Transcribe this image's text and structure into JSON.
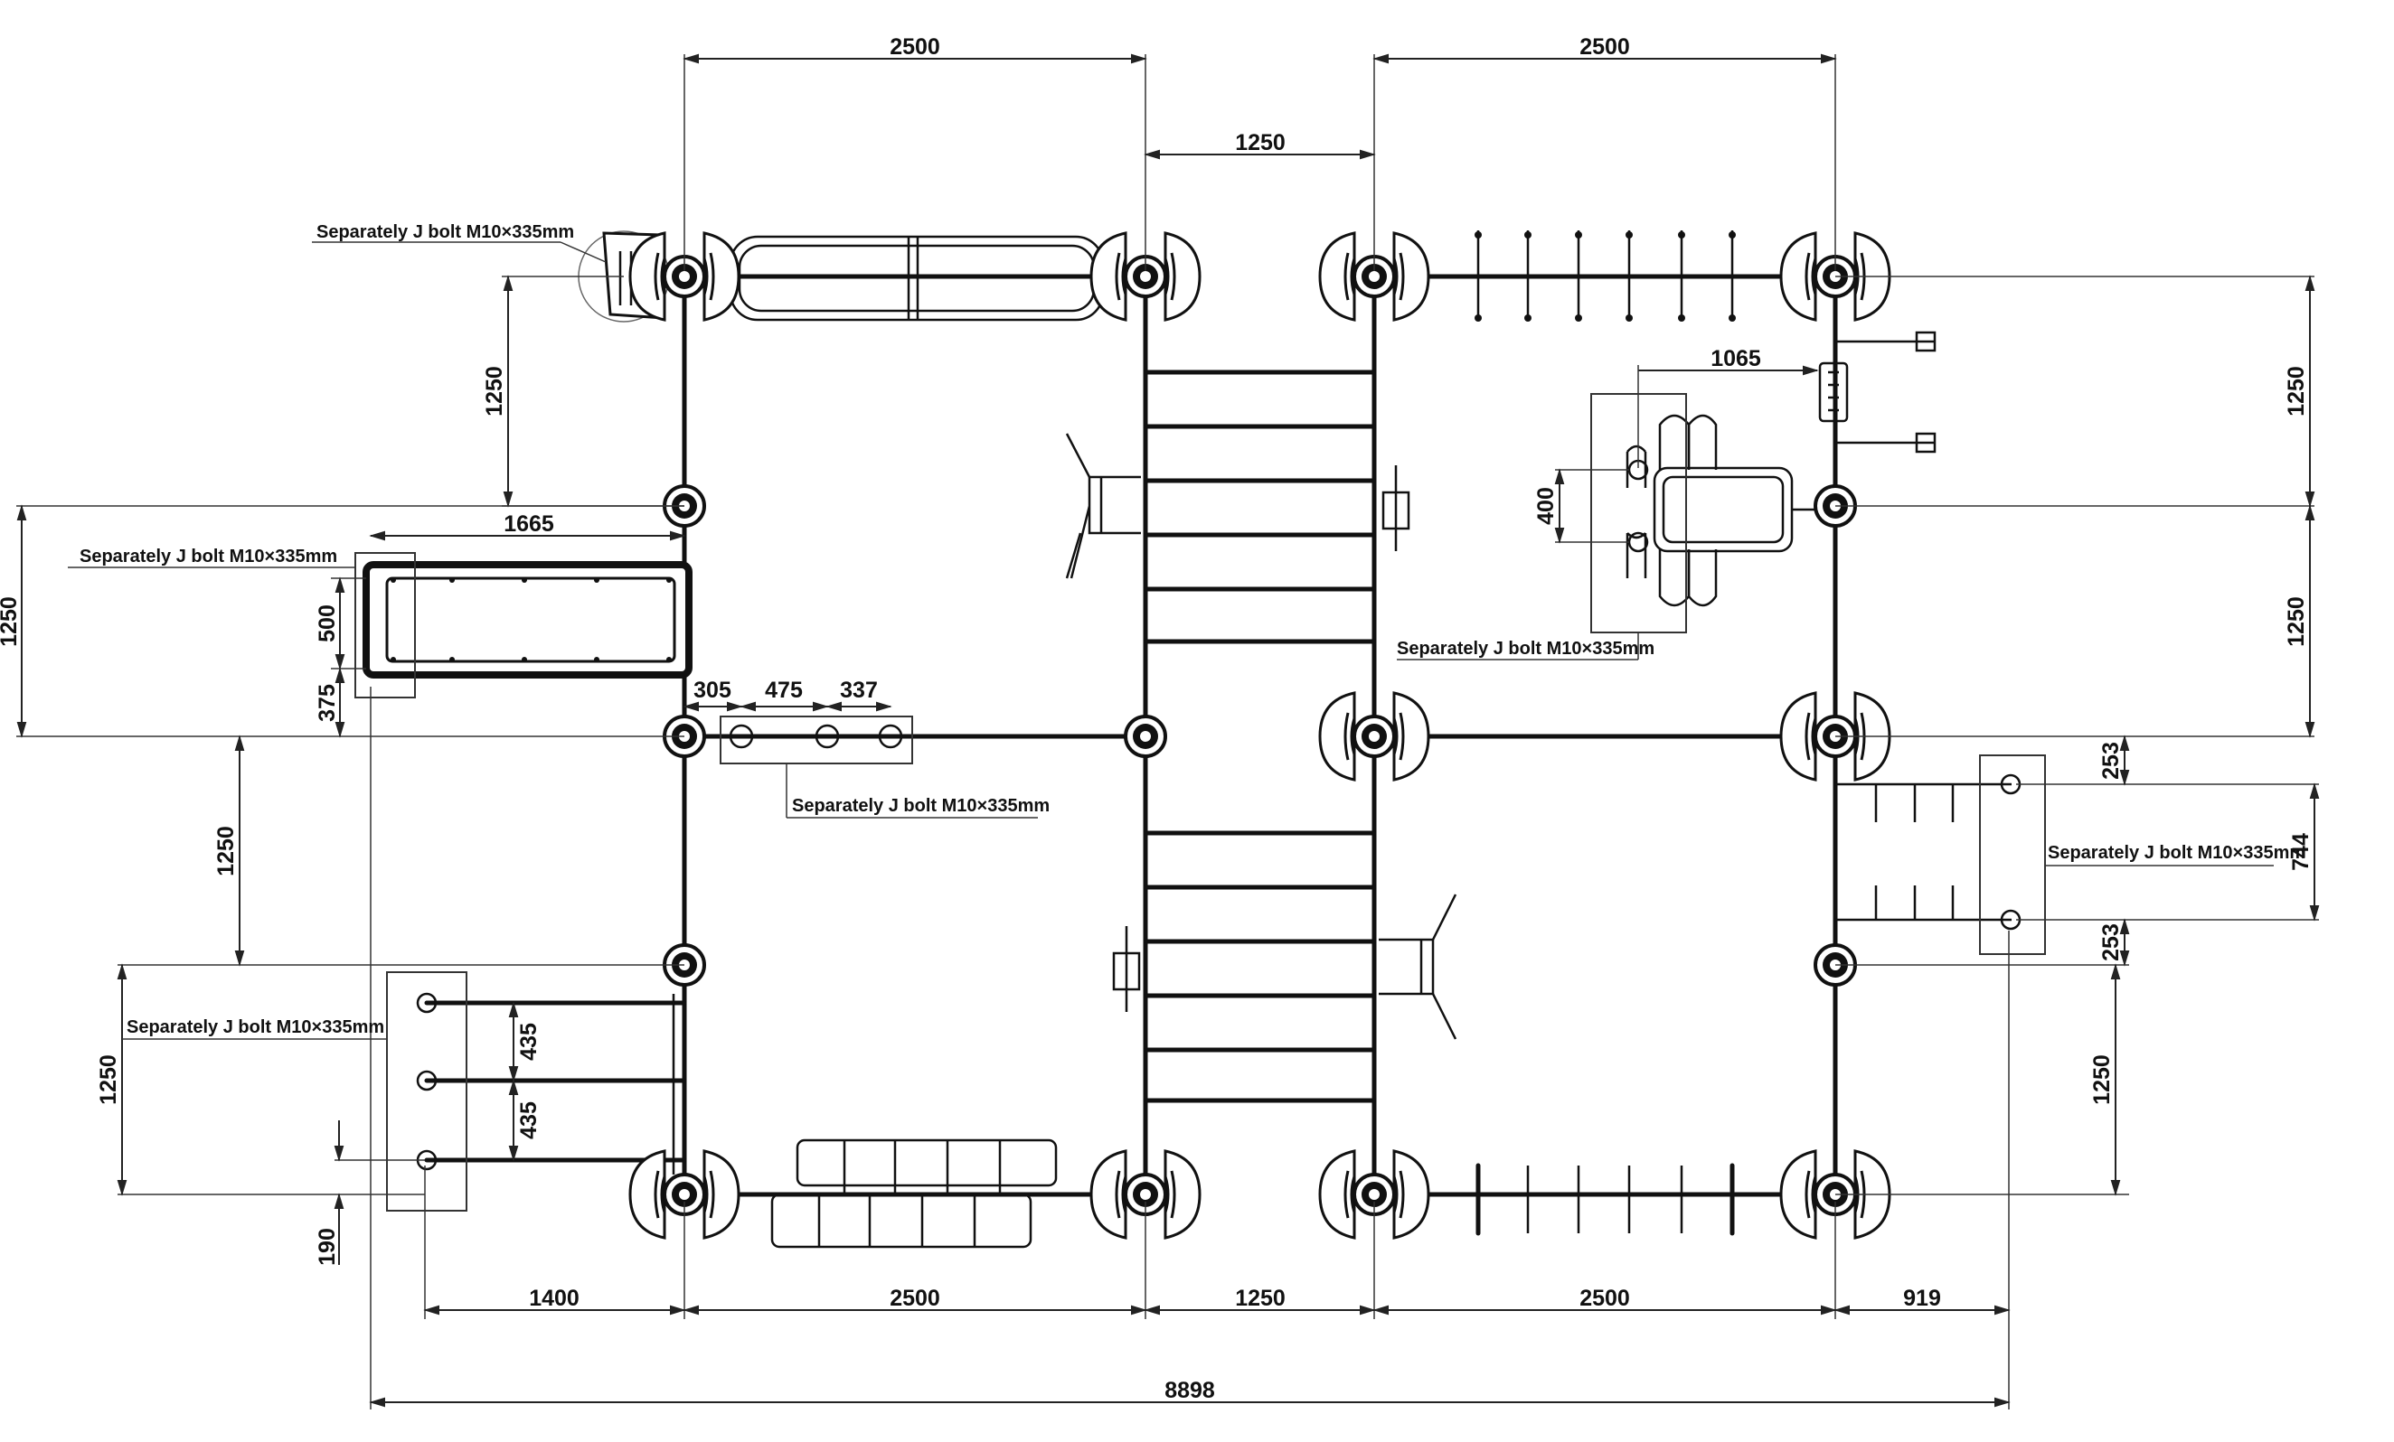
{
  "top_dims": {
    "left_width": "2500",
    "gap_width": "1250",
    "right_width": "2500"
  },
  "bottom_dims": {
    "d1": "1400",
    "d2": "2500",
    "d3": "1250",
    "d4": "2500",
    "d5": "919",
    "overall": "8898"
  },
  "left_dims": {
    "slide_offset": "1250",
    "panel_height": "1250",
    "panel_length": "1665",
    "panel_width": "500",
    "panel_gap": "375",
    "ladder_offset": "1250",
    "ladder_height": "1250",
    "rung_spacing_1": "435",
    "rung_spacing_2": "435",
    "ladder_bottom": "190"
  },
  "middle_dims": {
    "hole_1": "305",
    "hole_2": "475",
    "hole_3": "337"
  },
  "right_dims": {
    "bench_length": "1065",
    "bench_width": "400",
    "upper_height": "1250",
    "lower_height": "1250",
    "bar_offset_top": "253",
    "bar_spacing": "744",
    "bar_offset_bottom": "253",
    "bottom_height": "1250"
  },
  "notes": {
    "note_slide": "Separately J bolt M10×335mm",
    "note_panel": "Separately J bolt M10×335mm",
    "note_bench": "Separately J bolt M10×335mm",
    "note_middle": "Separately J bolt  M10×335mm",
    "note_right": "Separately J bolt M10×335mm",
    "note_ladder": "Separately J bolt M10×335mm"
  }
}
